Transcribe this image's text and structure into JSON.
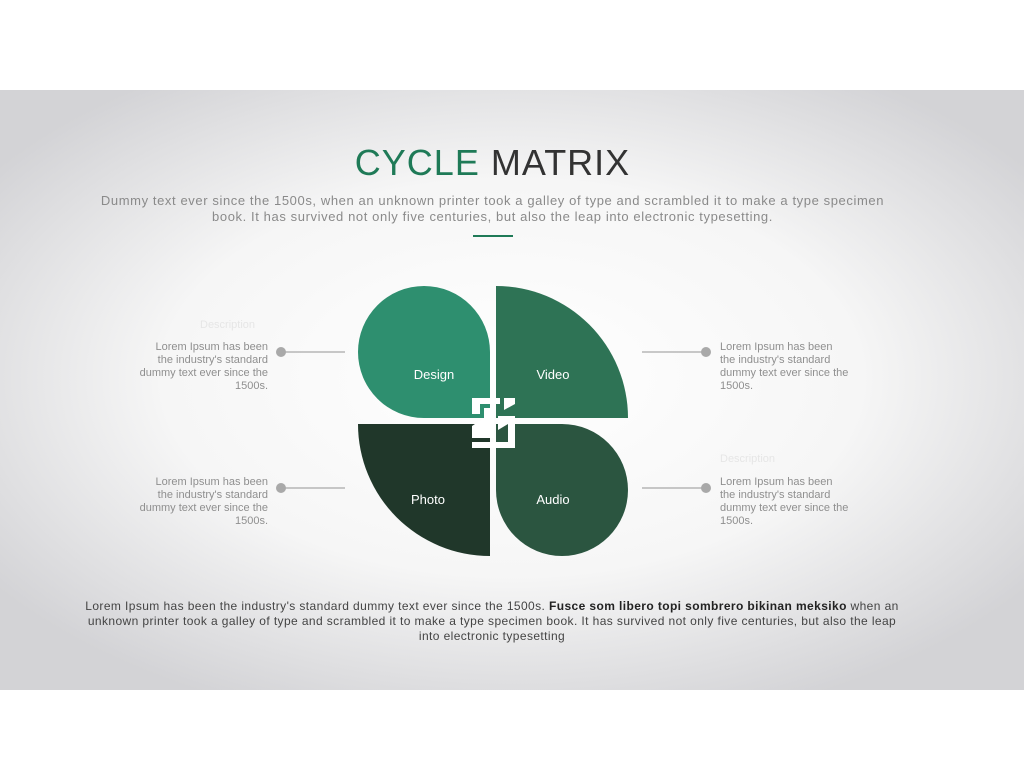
{
  "title": {
    "part1": "CYCLE",
    "part2": "MATRIX"
  },
  "subtitle": "Dummy text ever since the 1500s, when an unknown printer took a galley of type and scrambled it to make a type specimen book. It has survived not only five centuries, but also the leap into electronic typesetting.",
  "petals": {
    "design": {
      "label": "Design",
      "color": "#2e8f6f"
    },
    "video": {
      "label": "Video",
      "color": "#2e7355"
    },
    "photo": {
      "label": "Photo",
      "color": "#20372a"
    },
    "audio": {
      "label": "Audio",
      "color": "#2b5540"
    }
  },
  "descriptions": {
    "top_left": {
      "heading": "Description",
      "text": "Lorem Ipsum has been the industry's standard dummy text ever since the 1500s."
    },
    "top_right": {
      "heading": "",
      "text": "Lorem Ipsum has been the industry's standard dummy text ever since the 1500s."
    },
    "bottom_left": {
      "heading": "",
      "text": "Lorem Ipsum has been the industry's standard dummy text ever since the 1500s."
    },
    "bottom_right": {
      "heading": "Description",
      "text": "Lorem Ipsum has been the industry's standard dummy text ever since the 1500s."
    }
  },
  "footer": {
    "text_regular": "Lorem Ipsum has been the industry's standard dummy text ever since the 1500s.",
    "text_bold": "Fusce som libero topi sombrero bikinan meksiko",
    "text_rest": "when an unknown printer took a galley of type and scrambled it to make a type specimen book. It has survived not only five centuries, but also the leap into electronic typesetting"
  },
  "colors": {
    "accent": "#1f7a57",
    "connector": "#a9a9a9"
  }
}
